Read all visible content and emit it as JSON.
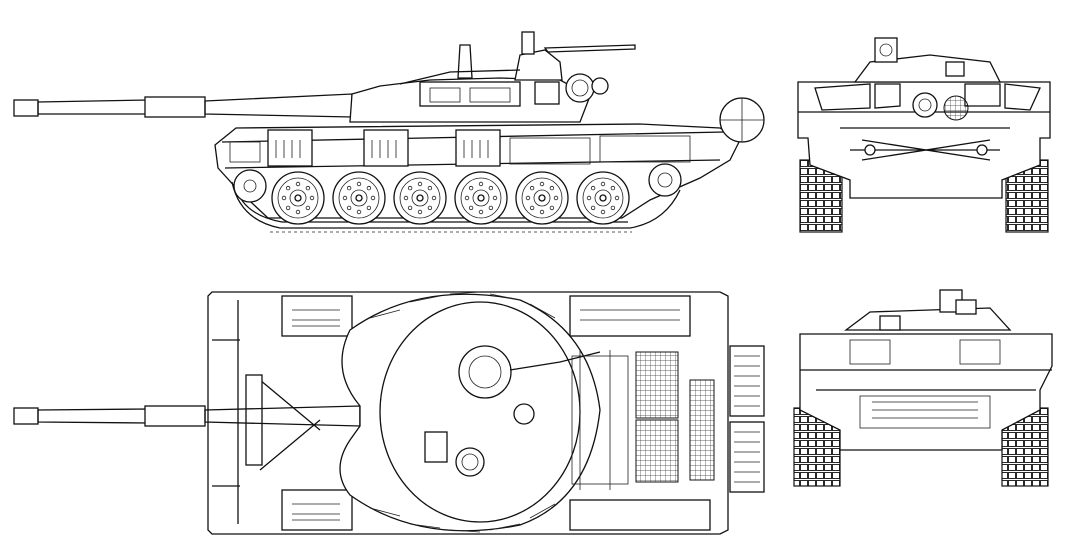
{
  "drawing": {
    "subject": "tank",
    "line_color": "#111111",
    "background": "#ffffff",
    "views": [
      "side",
      "front",
      "top",
      "rear"
    ]
  },
  "side_view": {
    "road_wheels": 6
  },
  "top_view": {
    "engine_grilles": 3
  }
}
